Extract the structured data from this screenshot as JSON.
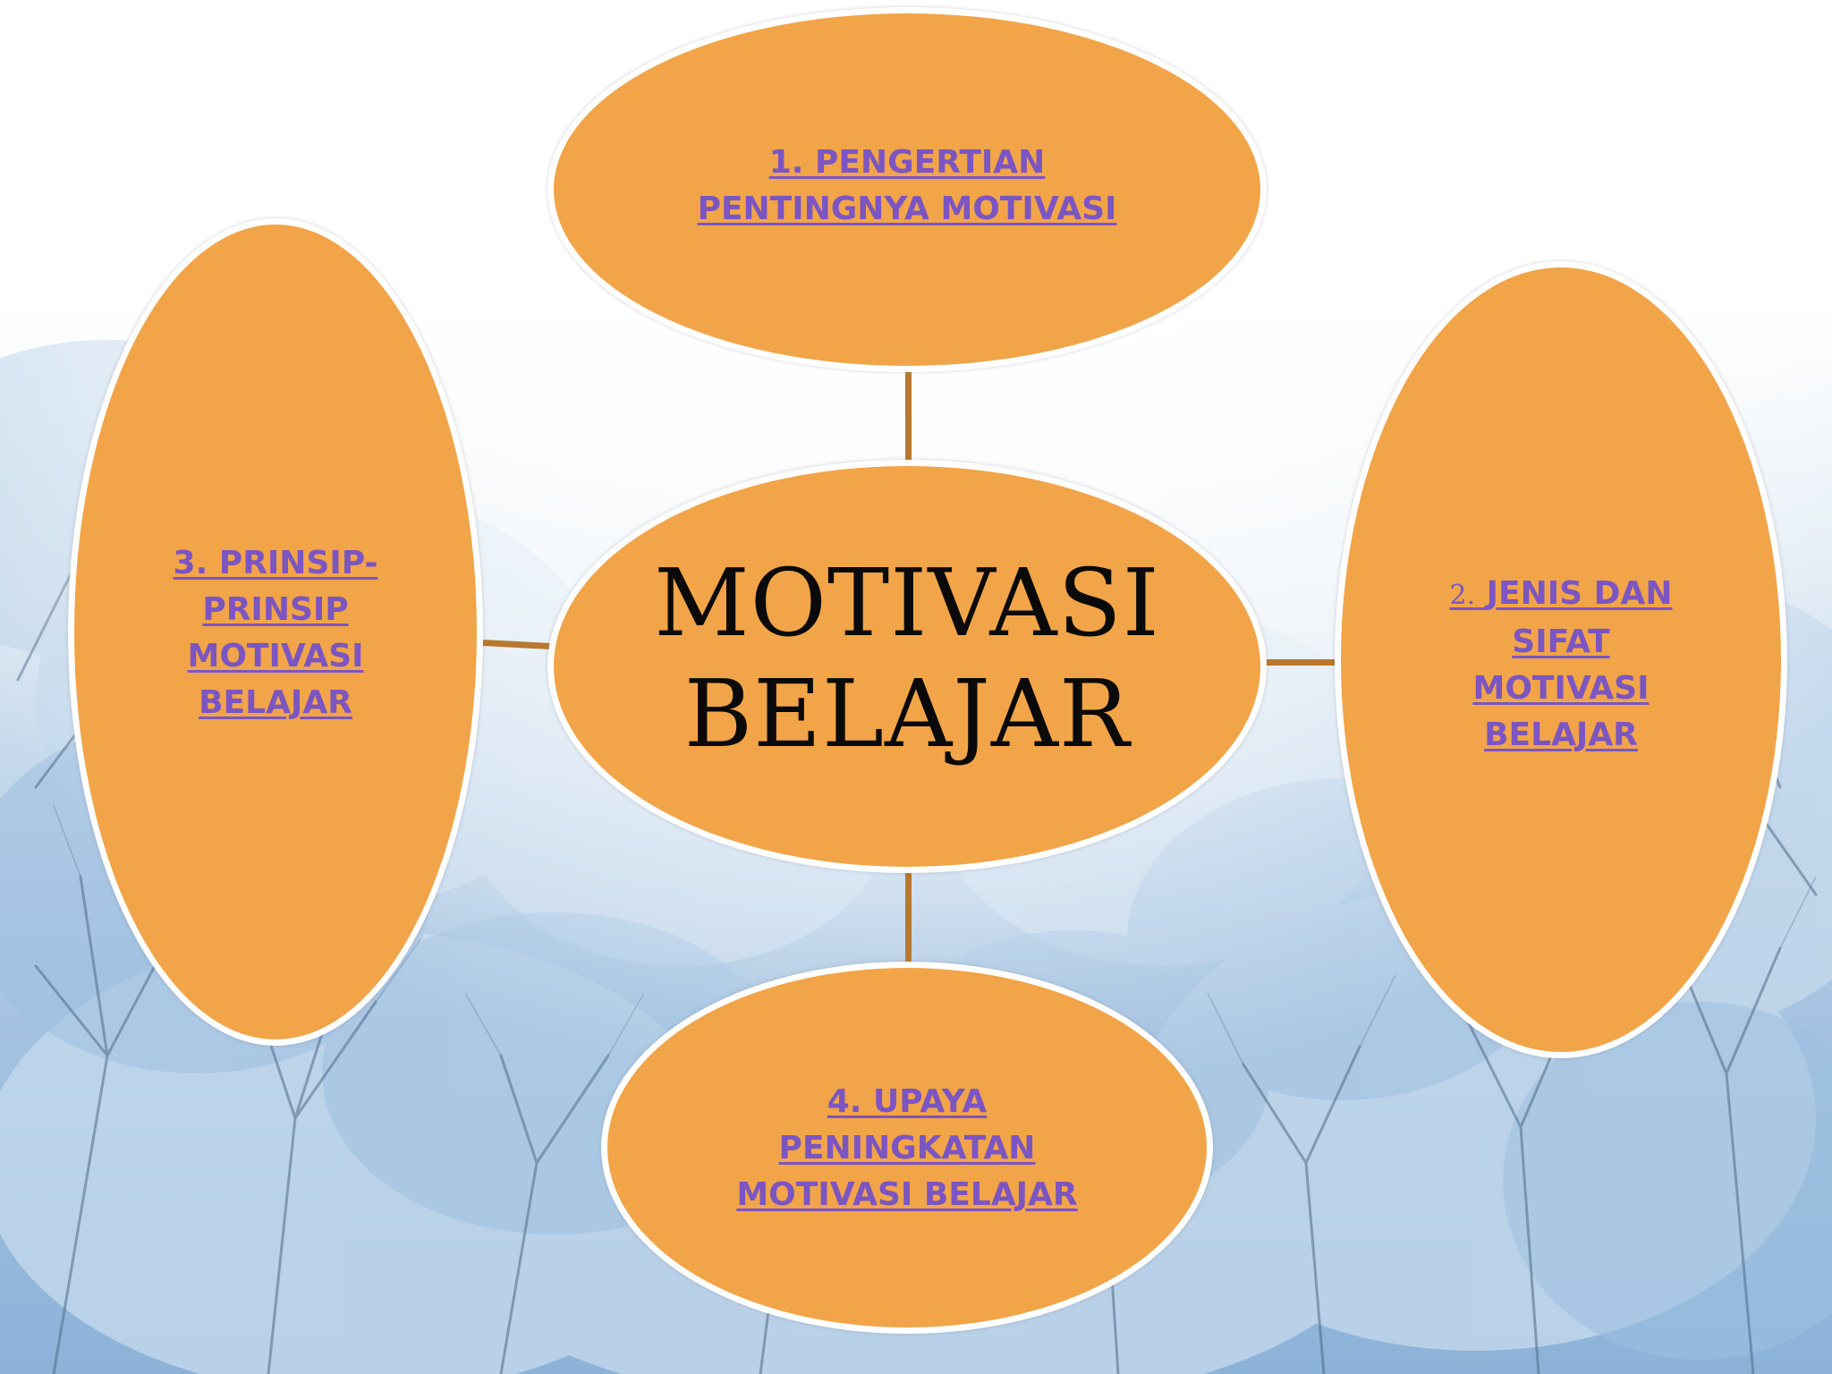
{
  "diagram": {
    "center": {
      "line1": "MOTIVASI",
      "line2": "BELAJAR"
    },
    "nodes": {
      "top": {
        "line1": "1. PENGERTIAN",
        "line2": "PENTINGNYA MOTIVASI"
      },
      "right": {
        "number": "2.",
        "line1": "JENIS DAN",
        "line2": "SIFAT",
        "line3": "MOTIVASI",
        "line4": "BELAJAR"
      },
      "left": {
        "line1": "3. PRINSIP-",
        "line2": "PRINSIP",
        "line3": "MOTIVASI",
        "line4": "BELAJAR"
      },
      "bottom": {
        "line1": "4. UPAYA",
        "line2": "PENINGKATAN",
        "line3": "MOTIVASI BELAJAR"
      }
    }
  },
  "colors": {
    "bubble_fill": "#f2a448",
    "connector": "#b8782f",
    "link_text": "#7b55c2",
    "center_text": "#0a0a0a"
  }
}
